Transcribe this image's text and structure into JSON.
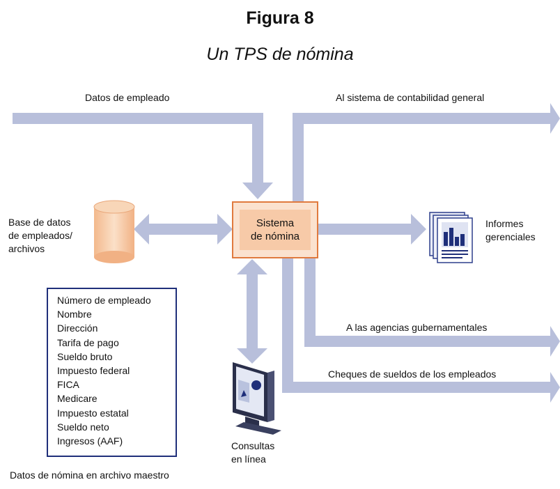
{
  "title": "Figura 8",
  "subtitle": "Un TPS de nómina",
  "labels": {
    "employee_data": "Datos de empleado",
    "general_accounting": "Al sistema de contabilidad general",
    "database": "Base de datos\nde empleados/\narchivos",
    "payroll_system": "Sistema\nde nómina",
    "management_reports": "Informes\ngerenciales",
    "government_agencies": "A las agencias gubernamentales",
    "paychecks": "Cheques de sueldos de los empleados",
    "online_queries": "Consultas\nen línea",
    "master_file": "Datos de nómina en archivo maestro"
  },
  "master_fields": [
    "Número de empleado",
    "Nombre",
    "Dirección",
    "Tarifa de pago",
    "Sueldo bruto",
    "Impuesto federal",
    "FICA",
    "Medicare",
    "Impuesto estatal",
    "Sueldo neto",
    "Ingresos (AAF)"
  ],
  "colors": {
    "arrow": "#b8bfdb",
    "box_border": "#e07a3e",
    "box_fill": "#fbe2cf",
    "fields_border": "#1f2f7a",
    "cylinder": "#f6c9a4"
  },
  "icons": [
    "database-cylinder-icon",
    "report-documents-icon",
    "computer-monitor-icon"
  ]
}
